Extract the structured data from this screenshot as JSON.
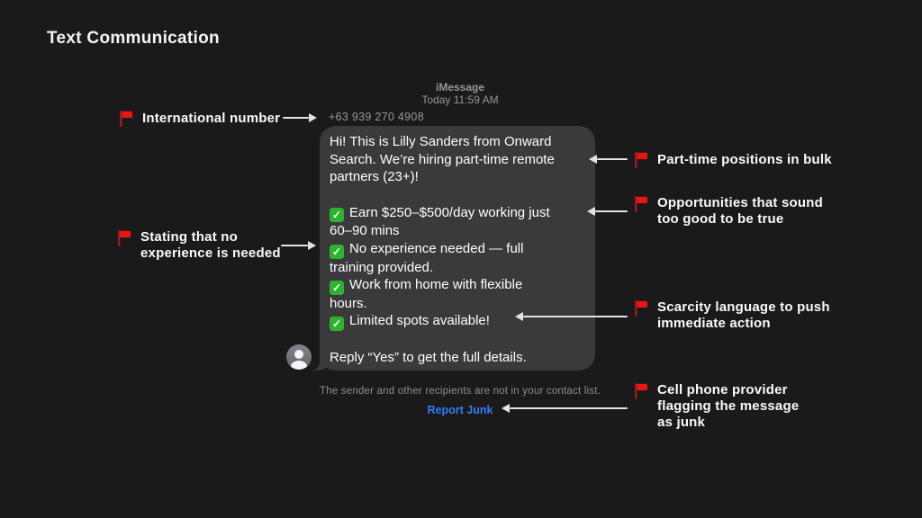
{
  "page": {
    "title": "Text Communication"
  },
  "colors": {
    "background": "#1A1A1A",
    "bubble_gray": "#3A3A3C",
    "flag_red": "#E91616",
    "flag_pole_red": "#9B1C1C",
    "check_green": "#2DB32D",
    "link_blue": "#377AF6",
    "muted_text": "#98989D",
    "arrow": "#E3E3E3"
  },
  "imessage": {
    "service_label": "iMessage",
    "timestamp": "Today 11:59 AM",
    "sender_number": "+63 939 270 4908",
    "bubble": {
      "check_glyph": "✓",
      "paragraphs": [
        {
          "check": false,
          "text": "Hi! This is Lilly Sanders from Onward\nSearch. We’re hiring part-time remote\npartners (23+)!"
        },
        {
          "spacer": true
        },
        {
          "check": true,
          "text": "Earn $250–$500/day working just\n60–90 mins"
        },
        {
          "check": true,
          "text": "No experience needed — full\ntraining provided."
        },
        {
          "check": true,
          "text": "Work from home with flexible\nhours."
        },
        {
          "check": true,
          "text": "Limited spots available!"
        },
        {
          "spacer": true
        },
        {
          "check": false,
          "text": "Reply “Yes” to get the full details."
        }
      ]
    },
    "footer_notice": "The sender and other recipients are not in your contact list.",
    "report_junk_label": "Report Junk"
  },
  "annotations": {
    "international": {
      "label": "International number"
    },
    "experience": {
      "label": "Stating that no\nexperience is needed"
    },
    "bulk": {
      "label": "Part-time positions in bulk"
    },
    "too_good": {
      "label": "Opportunities that sound\ntoo good to be true"
    },
    "scarcity": {
      "label": "Scarcity language to push\nimmediate action"
    },
    "junk_flag": {
      "label": "Cell phone provider\nflagging the message\nas junk"
    }
  }
}
